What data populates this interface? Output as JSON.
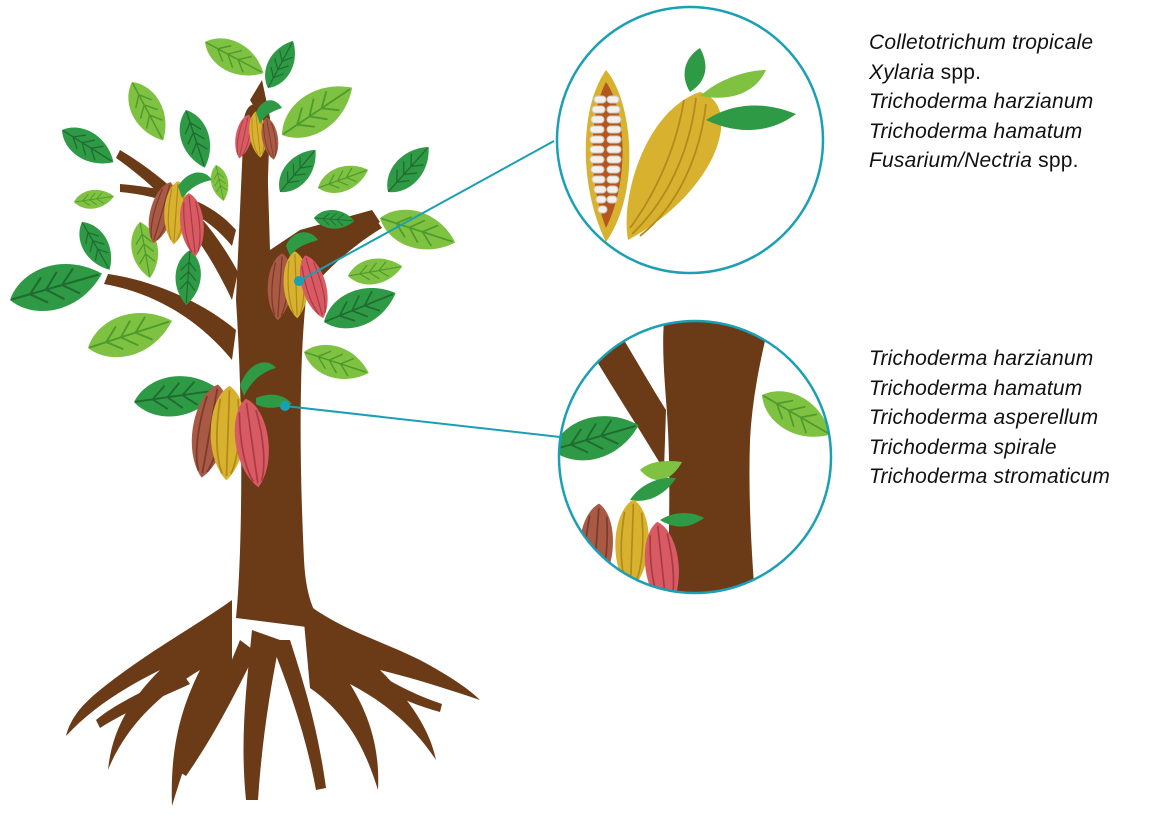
{
  "callouts": [
    {
      "id": "pod",
      "species": [
        {
          "italic": "Colletotrichum tropicale",
          "suffix": ""
        },
        {
          "italic": "Xylaria",
          "suffix": " spp."
        },
        {
          "italic": "Trichoderma harzianum",
          "suffix": ""
        },
        {
          "italic": "Trichoderma hamatum",
          "suffix": ""
        },
        {
          "italic": "Fusarium/Nectria",
          "suffix": " spp."
        }
      ]
    },
    {
      "id": "trunk",
      "species": [
        {
          "italic": "Trichoderma harzianum",
          "suffix": ""
        },
        {
          "italic": "Trichoderma hamatum",
          "suffix": ""
        },
        {
          "italic": "Trichoderma asperellum",
          "suffix": ""
        },
        {
          "italic": "Trichoderma spirale",
          "suffix": ""
        },
        {
          "italic": "Trichoderma stromaticum",
          "suffix": ""
        }
      ]
    }
  ],
  "colors": {
    "trunk": "#6b3a17",
    "leaf_dark": "#2e9a45",
    "leaf_light": "#7fc241",
    "vein": "#1f6b30",
    "pod_yellow": "#d8b22e",
    "pod_red": "#d85b63",
    "pod_brown": "#a85a45",
    "callout_line": "#1a9fb5"
  }
}
